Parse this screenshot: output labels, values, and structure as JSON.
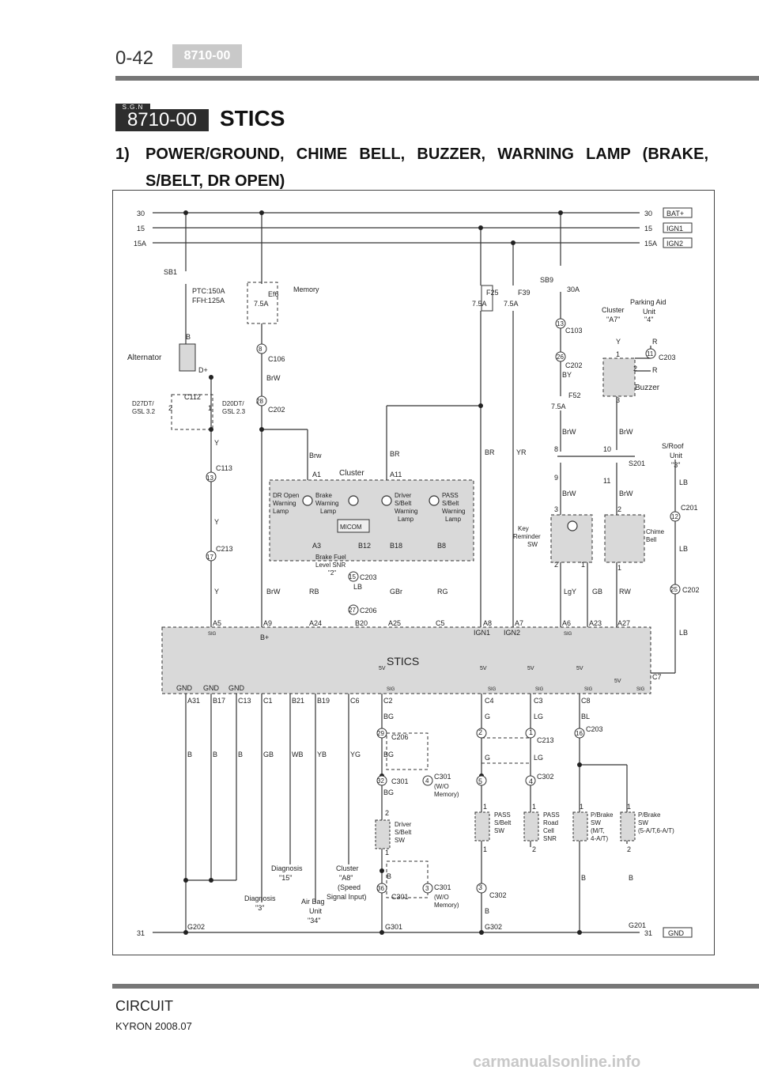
{
  "header": {
    "page_number": "0-42",
    "code_tab": "8710-00"
  },
  "section": {
    "sgn_label": "S.G.N",
    "code": "8710-00",
    "title": "STICS"
  },
  "subheading": {
    "index": "1)",
    "text": "POWER/GROUND, CHIME BELL, BUZZER, WARNING LAMP (BRAKE, S/BELT, DR OPEN)"
  },
  "diagram": {
    "buses": {
      "left": [
        "30",
        "15",
        "15A"
      ],
      "right": [
        "30",
        "15",
        "15A"
      ],
      "tags": [
        "BAT+",
        "IGN1",
        "IGN2"
      ],
      "bottom_left": "31",
      "bottom_right": "31",
      "bottom_tag": "GND"
    },
    "labels": {
      "sb1": "SB1",
      "ptc": "PTC:150A",
      "ffh": "FFH:125A",
      "b1": "B",
      "alternator": "Alternator",
      "dplus": "D+",
      "ef6": "Ef6",
      "memory": "Memory",
      "ef6_amp": "7.5A",
      "c106_pin": "8",
      "c106": "C106",
      "brw1": "BrW",
      "c202_pin": "28",
      "c202": "C202",
      "c112": "C112",
      "c112_2": "2",
      "c112_1": "1",
      "d27": "D27DT/",
      "gsl32": "GSL 3.2",
      "d20": "D20DT/",
      "gsl23": "GSL 2.3",
      "y1": "Y",
      "c113_pin": "13",
      "c113": "C113",
      "y2": "Y",
      "c213_pin": "17",
      "c213": "C213",
      "y3": "Y",
      "brw_a1": "Brw",
      "a1": "A1",
      "cluster": "Cluster",
      "br1": "BR",
      "a11": "A11",
      "dr_open1": "DR Open",
      "dr_open2": "Warning",
      "dr_open3": "Lamp",
      "brake1": "Brake",
      "brake2": "Warning",
      "brake3": "Lamp",
      "drv1": "Driver",
      "drv2": "S/Belt",
      "drv3": "Warning",
      "drv4": "Lamp",
      "pass1": "PASS",
      "pass2": "S/Belt",
      "pass3": "Warning",
      "pass4": "Lamp",
      "micom": "MICOM",
      "a3": "A3",
      "b12": "B12",
      "b18": "B18",
      "b8": "B8",
      "bfl1": "Brake Fuel",
      "bfl2": "Level SNR",
      "bfl3": "\"2\"",
      "c203_pin15": "15",
      "c203a": "C203",
      "lb1": "LB",
      "c206_pin27": "27",
      "c206a": "C206",
      "brw_a9": "BrW",
      "rb": "RB",
      "gbr": "GBr",
      "rg": "RG",
      "f25": "F25",
      "f25_amp": "7.5A",
      "f39": "F39",
      "f39_amp": "7.5A",
      "br2": "BR",
      "yr": "YR",
      "sb9": "SB9",
      "sb9_amp": "30A",
      "c103_pin": "13",
      "c103": "C103",
      "c202b_pin": "26",
      "c202b": "C202",
      "by": "BY",
      "f52": "F52",
      "f52_amp": "7.5A",
      "brw_k1": "BrW",
      "brw_k2": "BrW",
      "cluster_a7_1": "Cluster",
      "cluster_a7_2": "\"A7\"",
      "pau1": "Parking Aid",
      "pau2": "Unit",
      "pau3": "\"4\"",
      "y_bz": "Y",
      "r_bz1": "R",
      "bz_1": "1",
      "bz_11": "11",
      "c203b": "C203",
      "bz_2": "2",
      "r_bz2": "R",
      "buzzer": "Buzzer",
      "bz_3": "3",
      "s201_8": "8",
      "s201_10": "10",
      "s201": "S201",
      "s201_9": "9",
      "s201_11": "11",
      "brw_k3": "BrW",
      "brw_k4": "BrW",
      "krs_3": "3",
      "cb_2": "2",
      "krs1": "Key",
      "krs2": "Reminder",
      "krs3": "SW",
      "krs_2": "2",
      "krs_1": "1",
      "chime1": "Chime",
      "chime2": "Bell",
      "cb_1": "1",
      "lgy": "LgY",
      "gb": "GB",
      "rw": "RW",
      "sroof1": "S/Roof",
      "sroof2": "Unit",
      "sroof3": "\"3\"",
      "lb2": "LB",
      "c201_pin": "12",
      "c201": "C201",
      "lb3": "LB",
      "c202c_pin": "25",
      "c202c": "C202",
      "lb4": "LB",
      "a5": "A5",
      "a9": "A9",
      "a24": "A24",
      "b20": "B20",
      "a25": "A25",
      "c5": "C5",
      "a8": "A8",
      "a7": "A7",
      "a6": "A6",
      "a23": "A23",
      "a27": "A27",
      "bplus": "B+",
      "ign1": "IGN1",
      "ign2": "IGN2",
      "stics": "STICS",
      "sig": "SIG",
      "v5": "5V",
      "c7": "C7",
      "gnd1": "GND",
      "gnd2": "GND",
      "gnd3": "GND",
      "a31": "A31",
      "b17": "B17",
      "c13": "C13",
      "c1": "C1",
      "b21": "B21",
      "b19": "B19",
      "c6": "C6",
      "c2": "C2",
      "c4": "C4",
      "c3": "C3",
      "c8": "C8",
      "w_b1": "B",
      "w_b2": "B",
      "w_b3": "B",
      "gb2": "GB",
      "wb": "WB",
      "yb": "YB",
      "yg": "YG",
      "bg1": "BG",
      "c206b_pin": "29",
      "c206b": "C206",
      "bg2": "BG",
      "c301_32": "32",
      "c301a": "C301",
      "c301_4": "4",
      "c301b1": "C301",
      "c301b2": "(W/O",
      "c301b3": "Memory)",
      "bg3": "BG",
      "dsw_2": "2",
      "dsw1": "Driver",
      "dsw2": "S/Belt",
      "dsw3": "SW",
      "dsw_1": "1",
      "b_d": "B",
      "c301_36": "36",
      "c301c": "C301",
      "c301_3": "3",
      "c301d1": "C301",
      "c301d2": "(W/O",
      "c301d3": "Memory)",
      "g_w1": "G",
      "lg_w1": "LG",
      "bl": "BL",
      "c213b_2": "2",
      "c213b_1": "1",
      "c213b": "C213",
      "c203c_pin": "16",
      "c203c": "C203",
      "g_w2": "G",
      "lg_w2": "LG",
      "c302_5": "5",
      "c302_4": "4",
      "c302": "C302",
      "psb_1": "1",
      "psb1": "PASS",
      "psb2": "S/Belt",
      "psb3": "SW",
      "psb_1b": "1",
      "prc_1": "1",
      "prc1": "PASS",
      "prc2": "Road",
      "prc3": "Cell",
      "prc4": "SNR",
      "prc_2": "2",
      "pbm_1": "1",
      "pbm1": "P/Brake",
      "pbm2": "SW",
      "pbm3": "(M/T,",
      "pbm4": "4-A/T)",
      "pba_1": "1",
      "pba1": "P/Brake",
      "pba2": "SW",
      "pba3": "(5-A/T,6-A/T)",
      "pba_2": "2",
      "c302b_3": "3",
      "c302b": "C302",
      "b_g302": "B",
      "b_g201a": "B",
      "b_g201b": "B",
      "diag15_1": "Diagnosis",
      "diag15_2": "\"15\"",
      "diag3_1": "Diagnosis",
      "diag3_2": "\"3\"",
      "airbag1": "Air Bag",
      "airbag2": "Unit",
      "airbag3": "\"34\"",
      "cla8_1": "Cluster",
      "cla8_2": "\"A8\"",
      "cla8_3": "(Speed",
      "cla8_4": "Signal Input)",
      "g202": "G202",
      "g301": "G301",
      "g302": "G302",
      "g201": "G201"
    }
  },
  "footer": {
    "label": "CIRCUIT",
    "model": "KYRON 2008.07",
    "watermark": "carmanualsonline.info"
  }
}
